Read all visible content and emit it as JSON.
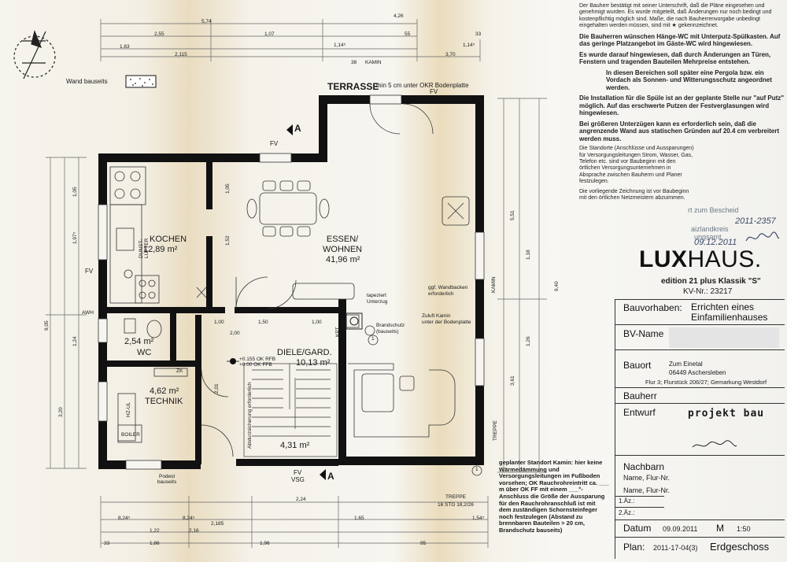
{
  "page": {
    "legend_wall_label": "Wand bauseits",
    "terrace_label": "TERRASSE",
    "terrace_note": "min 5 cm unter OKR Bodenplatte",
    "kamin_top": "KAMIN",
    "section_marker": "A",
    "fv": "FV",
    "fv_vsg": "VSG",
    "awh": "AWH",
    "kamin_side": "KAMIN",
    "treppe": "TREPPE",
    "treppe_label": "TREPPE",
    "treppe_value": "16 STG 18,2/26",
    "podest": "Podest\nbauseits",
    "kpt": "KPT",
    "circle_num": "1",
    "hz_ul": "HZ-UL",
    "boiler": "BOILER",
    "zk": "ZK",
    "dunst": "DUNST-\nLÜFTER",
    "elevation": "+0.155 OK RFB\n+0.00 OK FFB",
    "stair_note": "Absturzsicherung erforderlich",
    "tapeziert": "tapeziert\nUnterzug",
    "brandschutz": "Brandschutz\n(bauseits)",
    "zuluft": "Zuluft Kamin\nunter der Bodenplatte",
    "wandbacken": "ggf. Wandbacken\nerforderlich",
    "kamin_note": "geplanter Standort Kamin: hier keine Wärmedämmung und Versorgungsleitungen im Fußboden vorsehen; OK Rauchrohreintritt ca. ___ m über OK FF mit einem ___°-Anschluss die Größe der Aussparung für den Rauchrohranschluß ist mit dem zuständigen Schornsteinfeger noch festzulegen (Abstand zu brennbaren Bauteilen > 20 cm, Brandschutz bauseits)"
  },
  "rooms": [
    {
      "id": "kochen",
      "name": "KOCHEN",
      "area": "12,89 m²"
    },
    {
      "id": "essen",
      "name": "ESSEN/\nWOHNEN",
      "area": "41,96 m²"
    },
    {
      "id": "wc",
      "name": "WC",
      "area": "2,54 m²"
    },
    {
      "id": "diele",
      "name": "DIELE/GARD.",
      "area": "10,13 m²"
    },
    {
      "id": "technik",
      "name": "TECHNIK",
      "area": "4,62 m²"
    },
    {
      "id": "treppe",
      "name": "",
      "area": "4,31 m²"
    }
  ],
  "dimensions": {
    "top": [
      "5,74",
      "4,26",
      "2,55",
      "1,07",
      "55",
      "33",
      "1,63",
      "2,115",
      "1,14⁵",
      "1,14⁵",
      "3,70",
      "38"
    ],
    "bottom": [
      "2,24",
      "8,24⁵",
      "8,24⁵",
      "1,54⁵",
      "1,65",
      "2,185",
      "2,16",
      "1,86",
      "1,96",
      "1,22",
      "95",
      "33"
    ],
    "left": [
      "9,05",
      "3,20",
      "1,05",
      "1,24",
      "1,97⁵"
    ],
    "right": [
      "5,51",
      "3,61",
      "1,18",
      "1,26",
      "9,40"
    ],
    "inner": [
      "1,00",
      "1,50",
      "2,00",
      "1,00",
      "2,01",
      "1,52",
      "1,05"
    ]
  },
  "notes": [
    {
      "bold": false,
      "text": "Der Bauherr bestätigt mit seiner Unterschrift, daß die Pläne eingesehen und genehmigt wurden. Es wurde mitgeteilt, daß Änderungen nur noch bedingt und kostenpflichtig möglich sind. Maße, die nach Bauherrenvorgabe unbedingt eingehalten werden müssen, sind mit ★ gekennzeichnet."
    },
    {
      "bold": true,
      "text": "Die Bauherren wünschen Hänge-WC mit Unterputz-Spülkasten. Auf das geringe Platzangebot im Gäste-WC wird hingewiesen."
    },
    {
      "bold": true,
      "text": "Es wurde darauf hingewiesen, daß durch Änderungen an Türen, Fenstern und tragenden Bauteilen Mehrpreise entstehen."
    },
    {
      "bold": true,
      "text": "In diesen Bereichen soll später eine Pergola bzw. ein Vordach als Sonnen- und Witterungsschutz angeordnet werden."
    },
    {
      "bold": true,
      "text": "Die Installation für die Spüle ist an der geplante Stelle nur \"auf Putz\" möglich. Auf das erschwerte Putzen der Festverglasungen wird hingewiesen."
    },
    {
      "bold": true,
      "text": "Bei größeren Unterzügen kann es erforderlich sein, daß die angrenzende Wand aus statischen Gründen auf 20.4 cm verbreitert werden muss."
    },
    {
      "bold": false,
      "text": "Die Standorte (Anschlüsse und Aussparungen) für Versorgungsleitungen Strom, Wasser, Gas, Telefon etc. sind vor Baubeginn mit den örtlichen Versorgungsunternehmen in Absprache zwischen Bauherrn und Planer festzulegen."
    },
    {
      "bold": false,
      "text": "Die vorliegende Zeichnung ist vor Baubeginn mit den örtlichen Netzmeistern abzuimmen."
    }
  ],
  "stamp": {
    "line1": "rt zum Bescheid",
    "number": "2011-2357",
    "line2": "aizlandkreis",
    "line3": "ungsamt",
    "date": "09.12.2011"
  },
  "brand": {
    "lux": "LUX",
    "haus": "HAUS.",
    "edition": "edition 21 plus Klassik \"S\"",
    "kv": "KV-Nr.: 23217"
  },
  "title_block": {
    "bauvorhaben_label": "Bauvorhaben:",
    "bauvorhaben_value": "Errichten eines\nEinfamilienhauses",
    "bvname_label": "BV-Name",
    "bauort_label": "Bauort",
    "bauort_line1": "Zum Einetal",
    "bauort_line2": "06449 Aschersleben",
    "flur": "Flur 3; Flurstück 206/27; Gemarkung Westdorf",
    "bauherr_label": "Bauherr",
    "entwurf_label": "Entwurf",
    "entwurf_company": "projekt bau",
    "nachbarn_label": "Nachbarn",
    "name_flur_1": "Name, Flur-Nr.",
    "name_flur_2": "Name, Flur-Nr.",
    "az1": "1.Äz.:",
    "az2": "2.Äz.:",
    "datum_label": "Datum",
    "datum_value": "09.09.2011",
    "m_label": "M",
    "m_value": "1:50",
    "plan_label": "Plan:",
    "plan_value": "2011-17-04(3)",
    "plan_title": "Erdgeschoss"
  },
  "colors": {
    "wall": "#111111",
    "paper": "#f6f4ee",
    "stain": "#e8d9b8",
    "stamp": "#6d7a8a"
  }
}
